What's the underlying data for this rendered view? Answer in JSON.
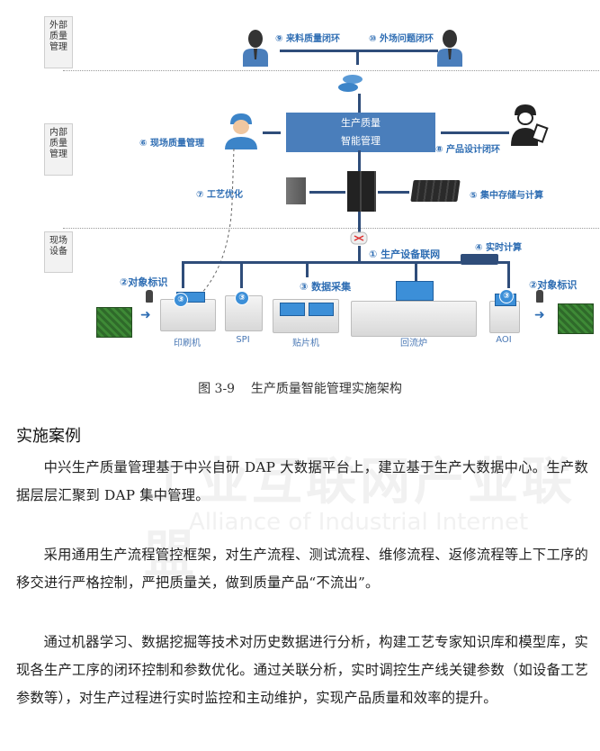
{
  "diagram": {
    "lanes": [
      {
        "label": "外部\n质量\n管理"
      },
      {
        "label": "内部\n质量\n管理"
      },
      {
        "label": "现场\n设备"
      }
    ],
    "center_box": {
      "line1": "生产质量",
      "line2": "智能管理"
    },
    "labels": {
      "incoming_quality": "⑨ 来料质量闭环",
      "field_issue": "⑩ 外场问题闭环",
      "onsite_quality": "⑥ 现场质量管理",
      "product_design": "⑧ 产品设计闭环",
      "process_opt": "⑦ 工艺优化",
      "central_storage": "⑤ 集中存储与计算",
      "device_network": "① 生产设备联网",
      "realtime_compute": "④ 实时计算",
      "object_id_left": "②对象标识",
      "object_id_right": "②对象标识",
      "data_collection": "③ 数据采集"
    },
    "badge_number": "③",
    "machines": [
      {
        "name": "印刷机"
      },
      {
        "name": "SPI"
      },
      {
        "name": "贴片机"
      },
      {
        "name": "回流炉"
      },
      {
        "name": "AOI"
      }
    ],
    "colors": {
      "accent": "#2e6db3",
      "box": "#4a7ebb",
      "line": "#2f4d7a"
    }
  },
  "caption": "图 3-9    生产质量智能管理实施架构",
  "section_title": "实施案例",
  "paragraphs": [
    "中兴生产质量管理基于中兴自研 DAP 大数据平台上，建立基于生产大数据中心。生产数据层层汇聚到 DAP 集中管理。",
    "采用通用生产流程管控框架，对生产流程、测试流程、维修流程、返修流程等上下工序的移交进行严格控制，严把质量关，做到质量产品“不流出”。",
    "通过机器学习、数据挖掘等技术对历史数据进行分析，构建工艺专家知识库和模型库，实现各生产工序的闭环控制和参数优化。通过关联分析，实时调控生产线关键参数（如设备工艺参数等），对生产过程进行实时监控和主动维护，实现产品质量和效率的提升。"
  ],
  "watermark": {
    "line1": "工业互联网产业联盟",
    "line2": "Alliance of Industrial Internet"
  }
}
